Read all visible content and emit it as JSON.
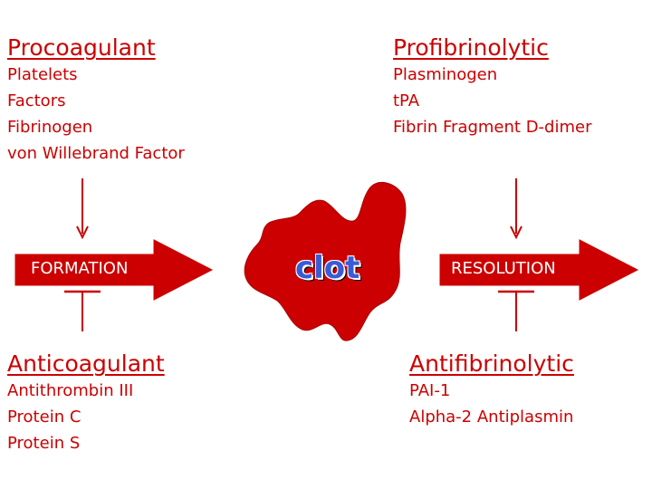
{
  "procoagulant": {
    "title": "Procoagulant",
    "items": [
      "Platelets",
      "Factors",
      "Fibrinogen",
      "von Willebrand Factor"
    ]
  },
  "profibrinolytic": {
    "title": "Profibrinolytic",
    "items": [
      "Plasminogen",
      "tPA",
      "Fibrin Fragment D-dimer"
    ]
  },
  "anticoagulant": {
    "title": "Anticoagulant",
    "items": [
      "Antithrombin III",
      "Protein C",
      "Protein S"
    ]
  },
  "antifibrinolytic": {
    "title": "Antifibrinolytic",
    "items": [
      "PAI-1",
      "Alpha-2 Antiplasmin"
    ]
  },
  "formation_label": "FORMATION",
  "resolution_label": "RESOLUTION",
  "clot_label": "clot",
  "colors": {
    "text": "#cc0000",
    "arrow_fill": "#cc0000",
    "clot_fill": "#cc0000",
    "clot_text": "#3b5bd6"
  }
}
